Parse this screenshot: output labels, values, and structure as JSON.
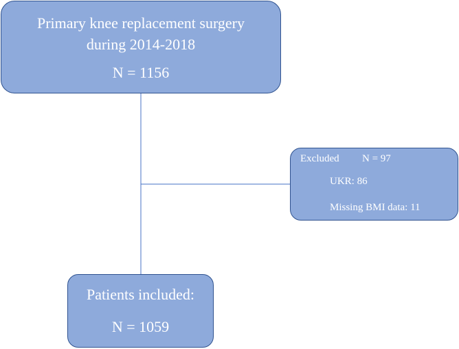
{
  "top_box": {
    "line1": "Primary knee replacement surgery",
    "line2": "during 2014-2018",
    "count": "N = 1156"
  },
  "excluded_box": {
    "title": "Excluded",
    "count": "N = 97",
    "ukr": "UKR: 86",
    "missing_bmi": "Missing BMI data: 11"
  },
  "bottom_box": {
    "title": "Patients included:",
    "count": "N = 1059"
  },
  "colors": {
    "box_fill": "#8eaadb",
    "box_border": "#2f528f",
    "connector": "#4472c4",
    "text": "#ffffff"
  }
}
